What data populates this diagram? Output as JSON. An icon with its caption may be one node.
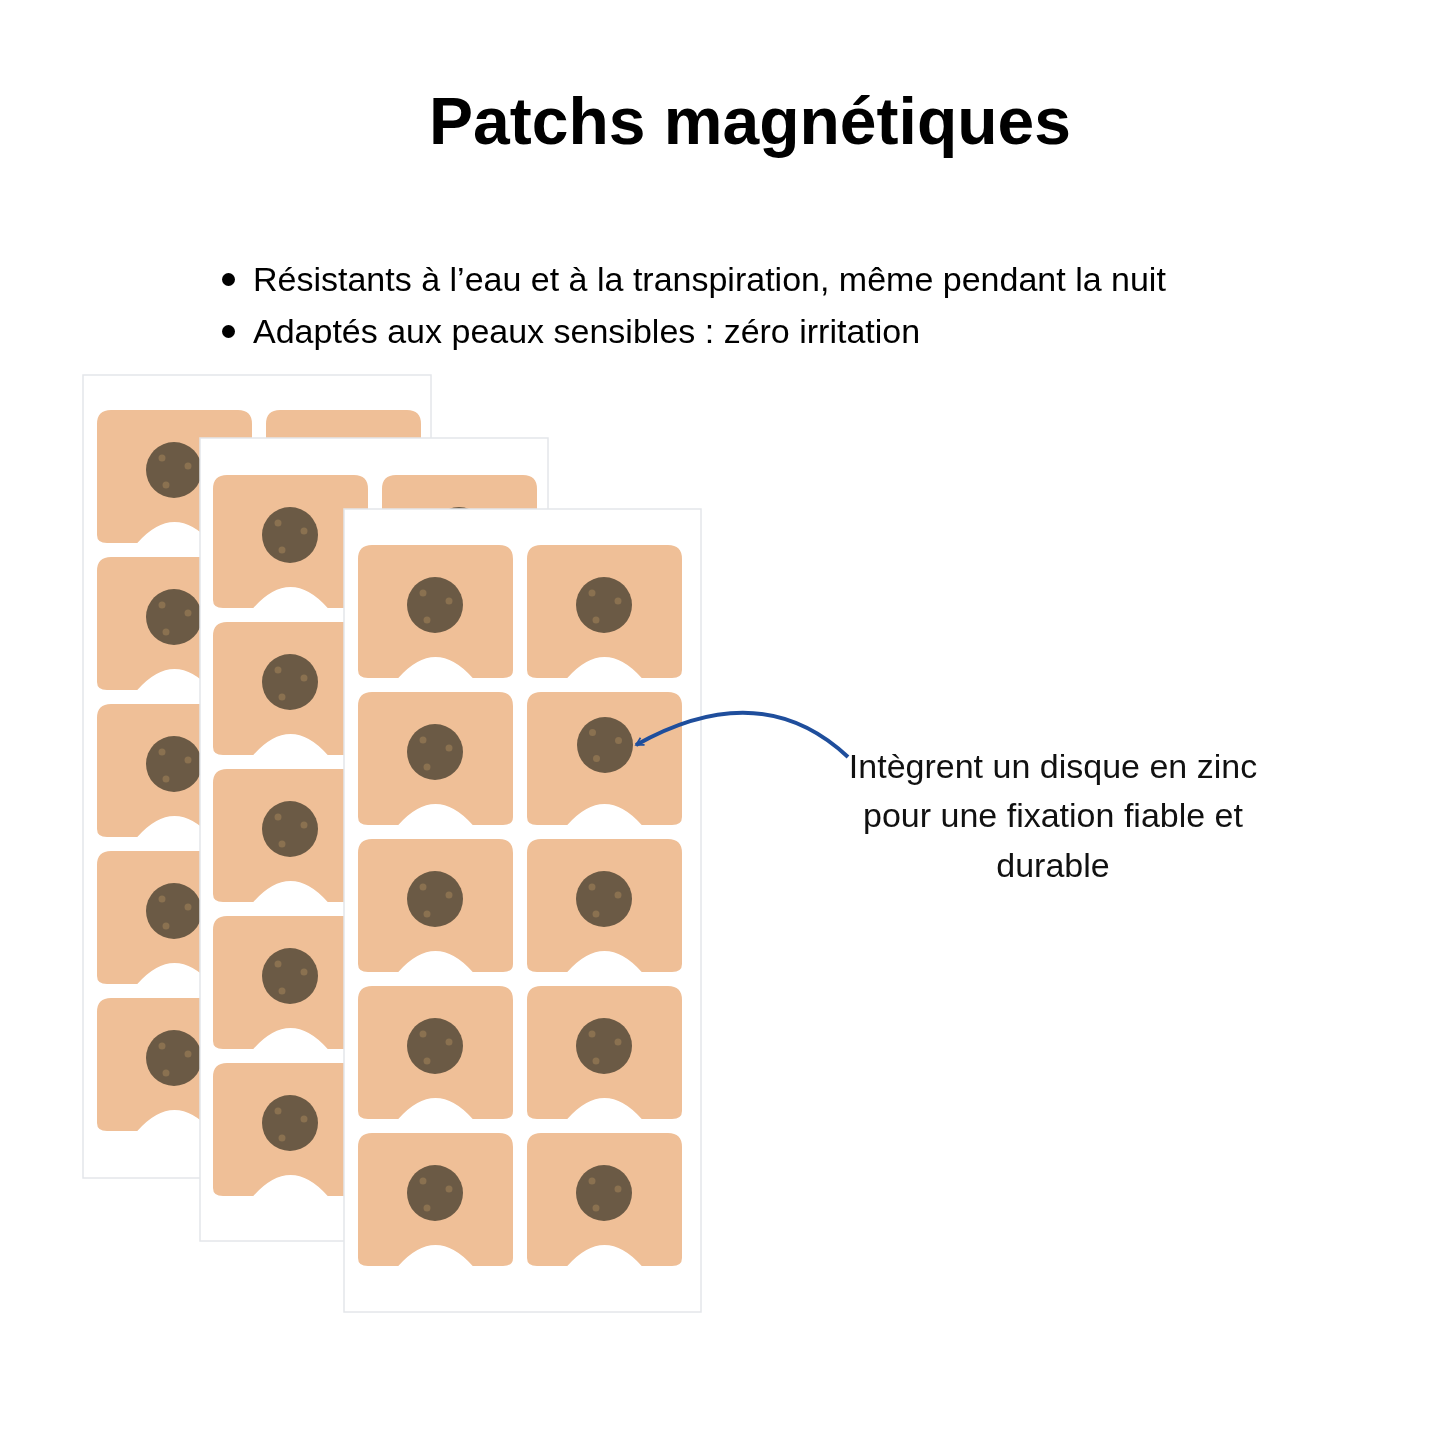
{
  "diagram": {
    "title": "Patchs magnétiques",
    "nodes": [
      {
        "text": [
          "Intègrent un disque en zinc pour une fixation fiable et durable"
        ]
      },
      {
        "text": [],
        "shape": "circle"
      }
    ],
    "edges": [
      {
        "from": 0,
        "to": 1,
        "arrow": "to",
        "color": "#1f4e9c"
      }
    ],
    "labels": [
      "Résistants à l’eau et à la transpiration, même pendant la nuit",
      "Adaptés aux peaux sensibles : zéro irritation"
    ]
  }
}
